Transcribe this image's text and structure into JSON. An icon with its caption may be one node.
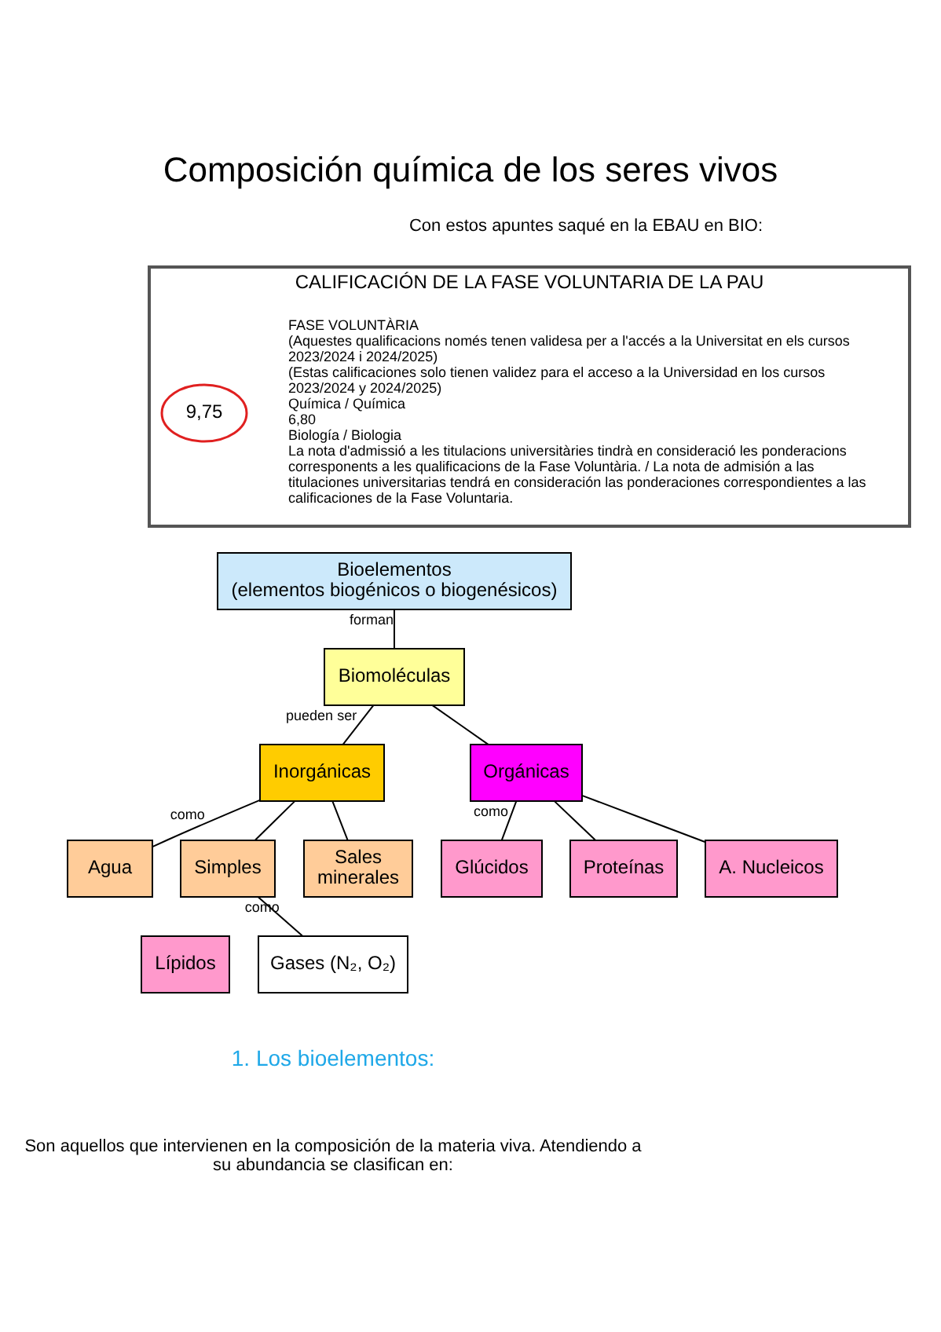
{
  "diagram": {
    "title": "Composición química de los seres vivos",
    "nodes": [
      {
        "text": [
          "CALIFICACIÓN DE LA FASE VOLUNTARIA DE LA PAU",
          "FASE VOLUNTÀRIA",
          "(Aquestes qualificacions només tenen validesa per a l'accés a la Universitat en els cursos 2023/2024 i 2024/2025)",
          "(Estas calificaciones solo tienen validez para el acceso a la Universidad en los cursos 2023/2024 y 2024/2025)",
          "Química / Química",
          "6,80",
          "Biología / Biologia",
          "La nota d'admissió a les titulacions universitàries tindrà en consideració les ponderacions corresponents a les qualificacions de la Fase Voluntària. / La nota de admisión a las titulaciones universitarias tendrá en consideración las ponderaciones correspondientes a las calificaciones de la Fase Voluntaria."
        ]
      },
      {
        "text": [
          "9,75"
        ],
        "in": 0
      },
      {
        "text": [
          "Bioelementos",
          "(elementos biogénicos o biogenésicos)"
        ]
      },
      {
        "text": [
          "Biomoléculas"
        ]
      },
      {
        "text": [
          "Inorgánicas"
        ]
      },
      {
        "text": [
          "Orgánicas"
        ]
      },
      {
        "text": [
          "Agua"
        ]
      },
      {
        "text": [
          "Simples"
        ]
      },
      {
        "text": [
          "Sales minerales"
        ]
      },
      {
        "text": [
          "Gases (N₂, O₂)"
        ]
      },
      {
        "text": [
          "Glúcidos"
        ]
      },
      {
        "text": [
          "Proteínas"
        ]
      },
      {
        "text": [
          "Lípidos"
        ]
      },
      {
        "text": [
          "A. Nucleicos"
        ]
      }
    ],
    "edges": [
      {
        "from": 2,
        "to": 3,
        "arrow": "none",
        "label": "forman"
      },
      {
        "from": 3,
        "to": 4,
        "arrow": "none",
        "label": "pueden ser"
      },
      {
        "from": 3,
        "to": 5,
        "arrow": "none"
      },
      {
        "from": 4,
        "to": 6,
        "arrow": "none",
        "label": "como"
      },
      {
        "from": 4,
        "to": 7,
        "arrow": "none"
      },
      {
        "from": 4,
        "to": 8,
        "arrow": "none"
      },
      {
        "from": 7,
        "to": 9,
        "arrow": "none",
        "label": "como"
      },
      {
        "from": 5,
        "to": 10,
        "arrow": "none",
        "label": "como"
      },
      {
        "from": 5,
        "to": 11,
        "arrow": "none"
      },
      {
        "from": 5,
        "to": 13,
        "arrow": "none"
      }
    ],
    "labels": [
      "Con estos apuntes saqué en la EBAU en BIO:",
      "1. Los bioelementos:",
      "Son aquellos que intervienen en la composición de la materia viva. Atendiendo a su abundancia se clasifican en:"
    ]
  }
}
